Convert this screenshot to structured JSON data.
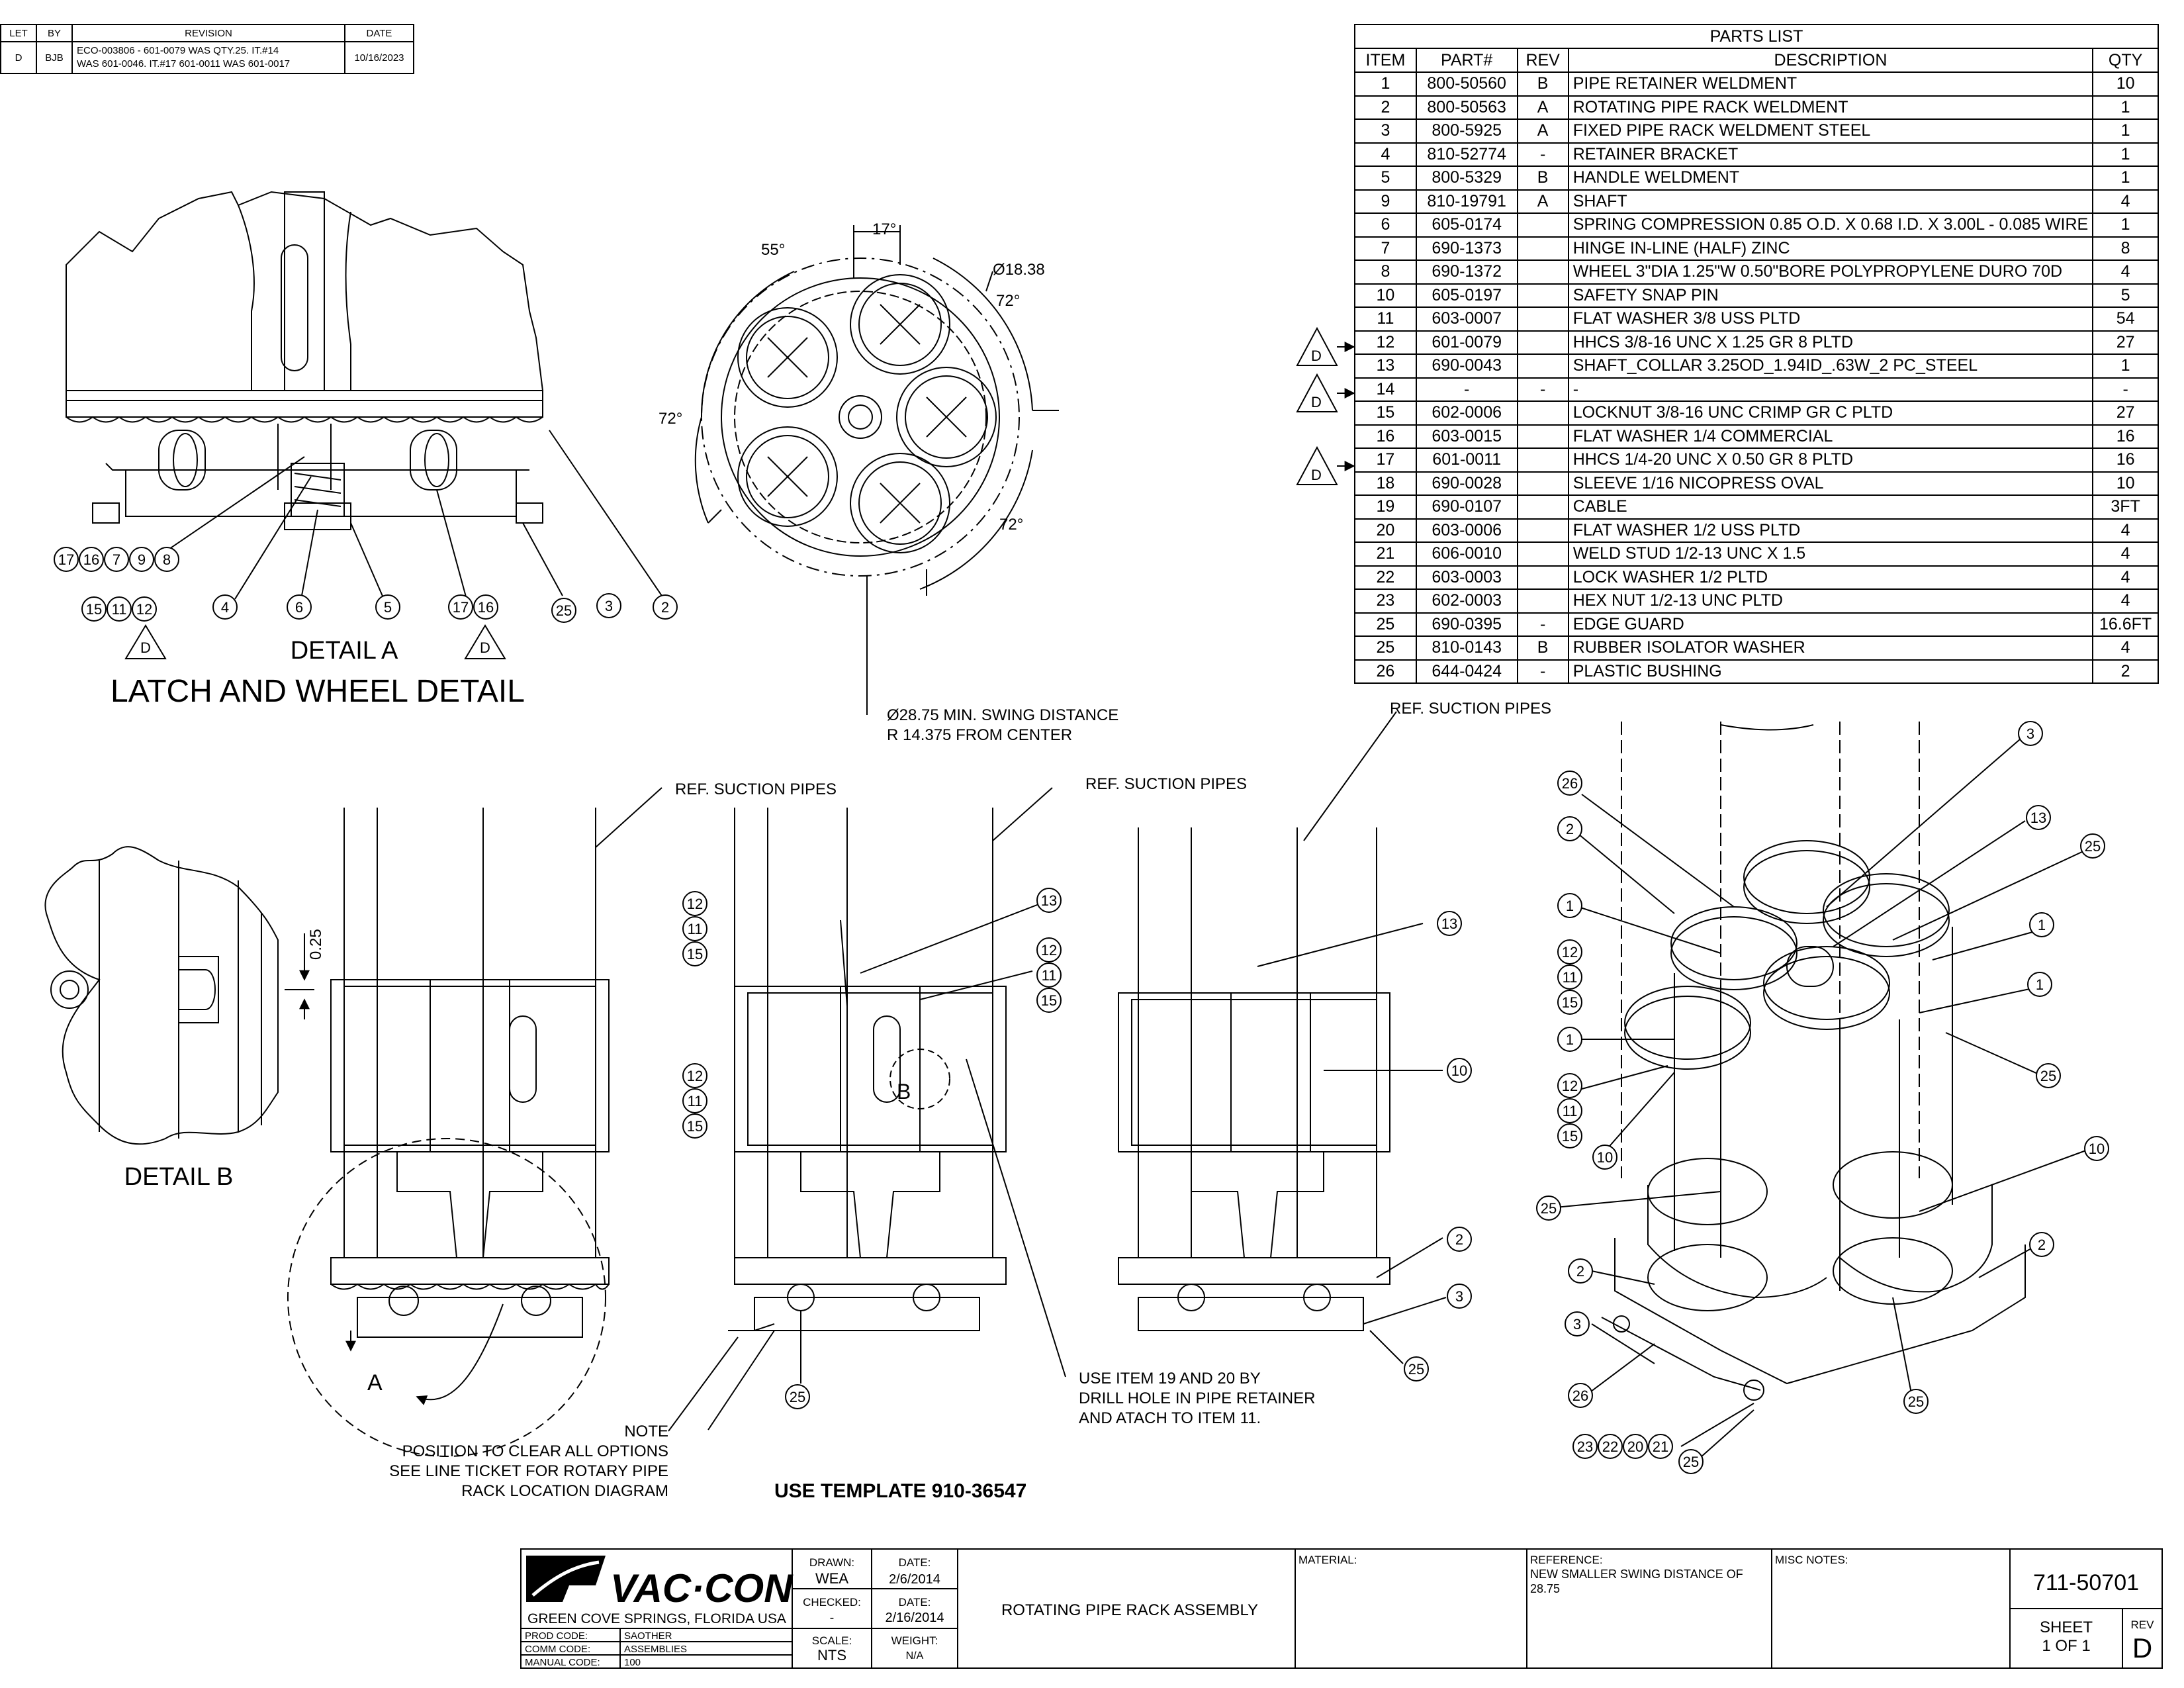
{
  "revision_block": {
    "headers": {
      "let": "LET",
      "by": "BY",
      "revision": "REVISION",
      "date": "DATE"
    },
    "row": {
      "let": "D",
      "by": "BJB",
      "revision_line1": "ECO-003806 - 601-0079 WAS QTY.25. IT.#14",
      "revision_line2": "WAS 601-0046. IT.#17 601-0011 WAS 601-0017",
      "date": "10/16/2023"
    }
  },
  "parts_list": {
    "title": "PARTS LIST",
    "headers": [
      "ITEM",
      "PART#",
      "REV",
      "DESCRIPTION",
      "QTY"
    ],
    "rows": [
      [
        "1",
        "800-50560",
        "B",
        "PIPE RETAINER WELDMENT",
        "10"
      ],
      [
        "2",
        "800-50563",
        "A",
        "ROTATING PIPE RACK WELDMENT",
        "1"
      ],
      [
        "3",
        "800-5925",
        "A",
        "FIXED PIPE RACK WELDMENT STEEL",
        "1"
      ],
      [
        "4",
        "810-52774",
        "-",
        "RETAINER BRACKET",
        "1"
      ],
      [
        "5",
        "800-5329",
        "B",
        "HANDLE WELDMENT",
        "1"
      ],
      [
        "9",
        "810-19791",
        "A",
        "SHAFT",
        "4"
      ],
      [
        "6",
        "605-0174",
        "",
        "SPRING COMPRESSION 0.85 O.D. X 0.68 I.D. X 3.00L - 0.085 WIRE",
        "1"
      ],
      [
        "7",
        "690-1373",
        "",
        "HINGE IN-LINE (HALF) ZINC",
        "8"
      ],
      [
        "8",
        "690-1372",
        "",
        "WHEEL 3\"DIA 1.25\"W 0.50\"BORE POLYPROPYLENE DURO 70D",
        "4"
      ],
      [
        "10",
        "605-0197",
        "",
        "SAFETY SNAP PIN",
        "5"
      ],
      [
        "11",
        "603-0007",
        "",
        "FLAT WASHER 3/8 USS PLTD",
        "54"
      ],
      [
        "12",
        "601-0079",
        "",
        "HHCS 3/8-16 UNC X 1.25 GR 8 PLTD",
        "27"
      ],
      [
        "13",
        "690-0043",
        "",
        "SHAFT_COLLAR 3.25OD_1.94ID_.63W_2 PC_STEEL",
        "1"
      ],
      [
        "14",
        "-",
        "-",
        "-",
        "-"
      ],
      [
        "15",
        "602-0006",
        "",
        "LOCKNUT 3/8-16 UNC CRIMP GR C PLTD",
        "27"
      ],
      [
        "16",
        "603-0015",
        "",
        "FLAT WASHER 1/4 COMMERCIAL",
        "16"
      ],
      [
        "17",
        "601-0011",
        "",
        "HHCS 1/4-20 UNC X 0.50 GR 8 PLTD",
        "16"
      ],
      [
        "18",
        "690-0028",
        "",
        "SLEEVE 1/16 NICOPRESS OVAL",
        "10"
      ],
      [
        "19",
        "690-0107",
        "",
        "CABLE",
        "3FT"
      ],
      [
        "20",
        "603-0006",
        "",
        "FLAT WASHER 1/2 USS PLTD",
        "4"
      ],
      [
        "21",
        "606-0010",
        "",
        "WELD STUD 1/2-13 UNC X 1.5",
        "4"
      ],
      [
        "22",
        "603-0003",
        "",
        "LOCK WASHER 1/2 PLTD",
        "4"
      ],
      [
        "23",
        "602-0003",
        "",
        "HEX NUT 1/2-13 UNC PLTD",
        "4"
      ],
      [
        "25",
        "690-0395",
        "-",
        "EDGE GUARD",
        "16.6FT"
      ],
      [
        "25",
        "810-0143",
        "B",
        "RUBBER ISOLATOR WASHER",
        "4"
      ],
      [
        "26",
        "644-0424",
        "-",
        "PLASTIC BUSHING",
        "2"
      ]
    ],
    "rev_flags": [
      "D",
      "D",
      "D"
    ]
  },
  "detail_a": {
    "title": "DETAIL  A",
    "subtitle": "LATCH AND WHEEL DETAIL",
    "balloons_row1": [
      "17",
      "16",
      "7",
      "9",
      "8"
    ],
    "balloons_row2": [
      "15",
      "11",
      "12"
    ],
    "balloons_single": [
      "4",
      "6",
      "5"
    ],
    "balloons_pair": [
      "17",
      "16"
    ],
    "balloons_right": [
      "25",
      "3",
      "2"
    ],
    "rev_flags": [
      "D",
      "D"
    ]
  },
  "top_view": {
    "angle_55": "55°",
    "angle_17": "17°",
    "diameter": "Ø18.38",
    "angle_72_a": "72°",
    "angle_72_b": "72°",
    "angle_72_c": "72°",
    "note_line1": "Ø28.75 MIN. SWING DISTANCE",
    "note_line2": "R 14.375 FROM CENTER"
  },
  "detail_b": {
    "title": "DETAIL  B",
    "dimension": "0.25"
  },
  "front_views": {
    "ref_pipes_1": "REF. SUCTION PIPES",
    "ref_pipes_2": "REF. SUCTION PIPES",
    "ref_pipes_3": "REF. SUCTION PIPES",
    "view_a_label": "A",
    "view_b_label": "B",
    "note_title": "NOTE",
    "note_lines": [
      "POSITION TO CLEAR ALL OPTIONS",
      "SEE LINE TICKET FOR ROTARY PIPE",
      "RACK LOCATION DIAGRAM"
    ],
    "template": "USE TEMPLATE 910-36547",
    "use_item_lines": [
      "USE ITEM 19 AND 20 BY",
      "DRILL HOLE IN PIPE RETAINER",
      "AND ATACH TO ITEM 11."
    ],
    "v2_balloons_a": [
      "12",
      "11",
      "15"
    ],
    "v2_balloons_b": [
      "13"
    ],
    "v2_balloons_c": [
      "12",
      "11",
      "15"
    ],
    "v2_balloons_d": [
      "12",
      "11",
      "15"
    ],
    "v2_balloon_25": "25",
    "v3_balloons": [
      "13",
      "10",
      "2",
      "3",
      "25"
    ]
  },
  "iso_view": {
    "balloons": [
      {
        "n": "3"
      },
      {
        "n": "26"
      },
      {
        "n": "13"
      },
      {
        "n": "2"
      },
      {
        "n": "25"
      },
      {
        "n": "1"
      },
      {
        "n": "1"
      },
      {
        "n": "12"
      },
      {
        "n": "11"
      },
      {
        "n": "15"
      },
      {
        "n": "1"
      },
      {
        "n": "1"
      },
      {
        "n": "25"
      },
      {
        "n": "12"
      },
      {
        "n": "11"
      },
      {
        "n": "15"
      },
      {
        "n": "10"
      },
      {
        "n": "10"
      },
      {
        "n": "25"
      },
      {
        "n": "2"
      },
      {
        "n": "2"
      },
      {
        "n": "3"
      },
      {
        "n": "26"
      },
      {
        "n": "25"
      },
      {
        "n": "23"
      },
      {
        "n": "22"
      },
      {
        "n": "20"
      },
      {
        "n": "21"
      },
      {
        "n": "25"
      }
    ]
  },
  "title_block": {
    "company_city": "GREEN COVE SPRINGS, FLORIDA USA",
    "logo_text": "VAC·CON",
    "prod_code_label": "PROD CODE:",
    "prod_code": "SAOTHER",
    "comm_code_label": "COMM CODE:",
    "comm_code": "ASSEMBLIES",
    "manual_code_label": "MANUAL CODE:",
    "manual_code": "100",
    "drawn_label": "DRAWN:",
    "drawn": "WEA",
    "drawn_date_label": "DATE:",
    "drawn_date": "2/6/2014",
    "checked_label": "CHECKED:",
    "checked": "-",
    "checked_date_label": "DATE:",
    "checked_date": "2/16/2014",
    "scale_label": "SCALE:",
    "scale": "NTS",
    "weight_label": "WEIGHT:",
    "weight": "N/A",
    "title": "ROTATING PIPE RACK ASSEMBLY",
    "material_label": "MATERIAL:",
    "reference_label": "REFERENCE:",
    "reference_line1": "NEW SMALLER SWING DISTANCE OF",
    "reference_line2": "28.75",
    "misc_label": "MISC NOTES:",
    "drawing_number": "711-50701",
    "sheet_label": "SHEET",
    "sheet": "1  OF 1",
    "rev_label": "REV",
    "rev": "D"
  }
}
